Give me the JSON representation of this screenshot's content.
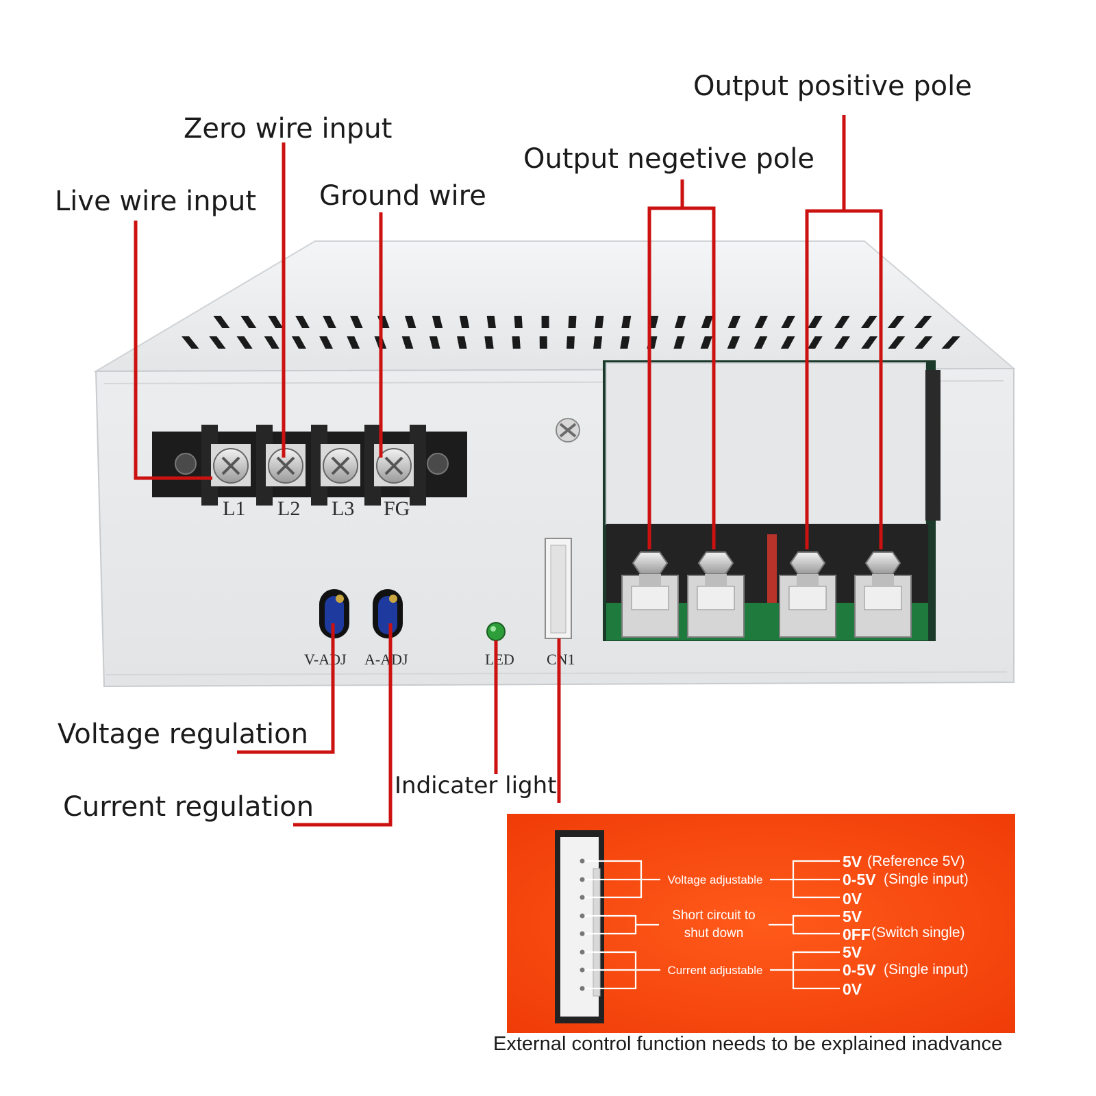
{
  "callouts": {
    "live_wire": "Live wire input",
    "zero_wire": "Zero wire input",
    "ground_wire": "Ground wire",
    "output_negative": "Output negetive pole",
    "output_positive": "Output positive pole",
    "voltage_regulation": "Voltage regulation",
    "current_regulation": "Current regulation",
    "indicator_light": "Indicater light"
  },
  "panel_markings": {
    "terminals": [
      "L1",
      "L2",
      "L3",
      "FG"
    ],
    "v_adj": "V-ADJ",
    "a_adj": "A-ADJ",
    "led": "LED",
    "connector": "CN1"
  },
  "external_control": {
    "groups": [
      {
        "function": [
          "Voltage adjustable"
        ],
        "rows": [
          {
            "level": "5V",
            "note": "(Reference 5V)"
          },
          {
            "level": "0-5V",
            "note": "(Single input)"
          },
          {
            "level": "0V",
            "note": ""
          }
        ]
      },
      {
        "function": [
          "Short circuit to",
          "shut down"
        ],
        "rows": [
          {
            "level": "5V",
            "note": ""
          },
          {
            "level": "0FF",
            "note": "(Switch single)"
          }
        ]
      },
      {
        "function": [
          "Current adjustable"
        ],
        "rows": [
          {
            "level": "5V",
            "note": ""
          },
          {
            "level": "0-5V",
            "note": "(Single input)"
          },
          {
            "level": "0V",
            "note": ""
          }
        ]
      }
    ],
    "caption": "External control function needs to be explained inadvance"
  },
  "colors": {
    "callout_line": "#cc1111",
    "orange_panel": "#ff4d10",
    "chassis": "#eceef0",
    "pcb": "#1f7a3e",
    "led": "#2e9e3a",
    "pot": "#1e3a9e"
  }
}
